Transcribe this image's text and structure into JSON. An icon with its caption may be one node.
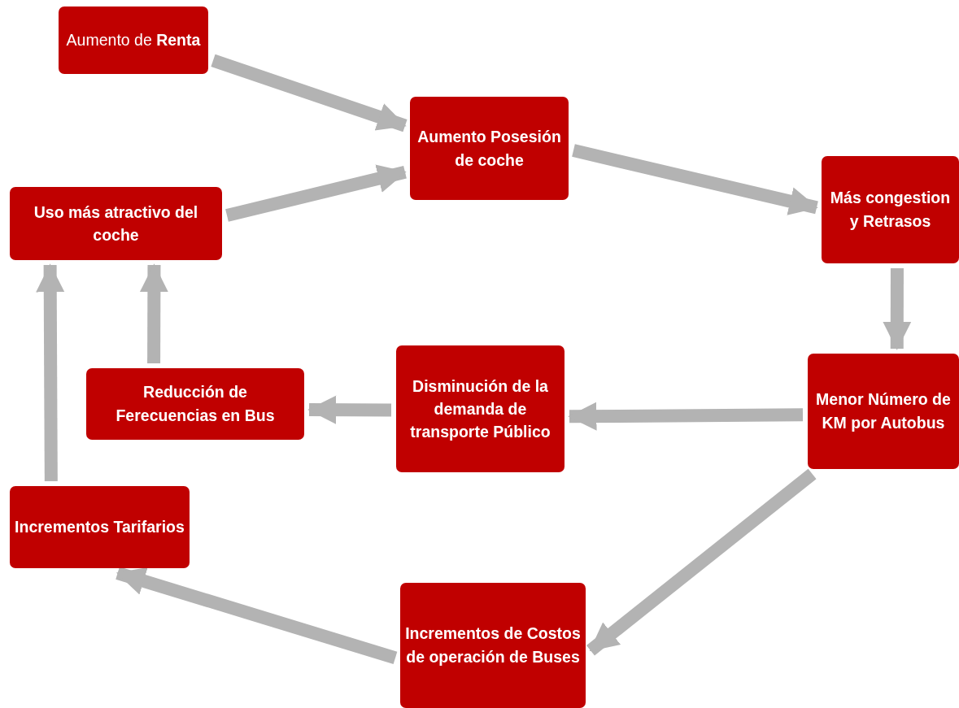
{
  "diagram": {
    "nodes": [
      {
        "text": [
          "Aumento de **Renta**"
        ]
      },
      {
        "text": [
          "Aumento Posesión de coche"
        ]
      },
      {
        "text": [
          "Más congestion y Retrasos"
        ]
      },
      {
        "text": [
          "Uso más atractivo del coche"
        ]
      },
      {
        "text": [
          "Menor Número de KM por Autobus"
        ]
      },
      {
        "text": [
          "Disminución de la demanda de transporte Público"
        ]
      },
      {
        "text": [
          "Reducción de Ferecuencias en Bus"
        ]
      },
      {
        "text": [
          "Incrementos Tarifarios"
        ]
      },
      {
        "text": [
          "Incrementos de Costos de operación de Buses"
        ]
      }
    ],
    "edges": [
      {
        "from": 0,
        "to": 1,
        "arrow": "to"
      },
      {
        "from": 3,
        "to": 1,
        "arrow": "to"
      },
      {
        "from": 1,
        "to": 2,
        "arrow": "to"
      },
      {
        "from": 2,
        "to": 4,
        "arrow": "to"
      },
      {
        "from": 4,
        "to": 5,
        "arrow": "to"
      },
      {
        "from": 5,
        "to": 6,
        "arrow": "to"
      },
      {
        "from": 6,
        "to": 3,
        "arrow": "to"
      },
      {
        "from": 7,
        "to": 3,
        "arrow": "to"
      },
      {
        "from": 4,
        "to": 8,
        "arrow": "to"
      },
      {
        "from": 8,
        "to": 7,
        "arrow": "to"
      }
    ]
  }
}
